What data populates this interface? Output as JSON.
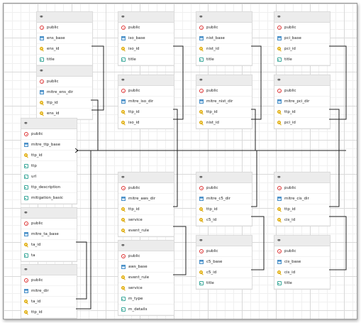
{
  "tables": [
    {
      "id": "ens_base",
      "title_icon": "table-diagram-icon",
      "schema": "public",
      "name": "ens_base",
      "columns": [
        {
          "name": "ens_id",
          "type": "key"
        },
        {
          "name": "title",
          "type": "column"
        }
      ]
    },
    {
      "id": "iso_base",
      "title_icon": "table-diagram-icon",
      "schema": "public",
      "name": "iso_base",
      "columns": [
        {
          "name": "iso_id",
          "type": "key"
        },
        {
          "name": "title",
          "type": "column"
        }
      ]
    },
    {
      "id": "nist_base",
      "title_icon": "table-diagram-icon",
      "schema": "public",
      "name": "nist_base",
      "columns": [
        {
          "name": "nist_id",
          "type": "key"
        },
        {
          "name": "title",
          "type": "column"
        }
      ]
    },
    {
      "id": "pci_base",
      "title_icon": "table-diagram-icon",
      "schema": "public",
      "name": "pci_base",
      "columns": [
        {
          "name": "pci_id",
          "type": "key"
        },
        {
          "name": "title",
          "type": "column"
        }
      ]
    },
    {
      "id": "mitre_ens_dir",
      "title_icon": "table-diagram-icon",
      "schema": "public",
      "name": "mitre_ens_dir",
      "columns": [
        {
          "name": "ttp_id",
          "type": "key"
        },
        {
          "name": "ens_id",
          "type": "key"
        }
      ]
    },
    {
      "id": "mitre_iso_dir",
      "title_icon": "table-diagram-icon",
      "schema": "public",
      "name": "mitre_iso_dir",
      "columns": [
        {
          "name": "ttp_id",
          "type": "key"
        },
        {
          "name": "iso_id",
          "type": "key"
        }
      ]
    },
    {
      "id": "mitre_nist_dir",
      "title_icon": "table-diagram-icon",
      "schema": "public",
      "name": "mitre_nist_dir",
      "columns": [
        {
          "name": "ttp_id",
          "type": "key"
        },
        {
          "name": "nist_id",
          "type": "key"
        }
      ]
    },
    {
      "id": "mitre_pci_dir",
      "title_icon": "table-diagram-icon",
      "schema": "public",
      "name": "mitre_pci_dir",
      "columns": [
        {
          "name": "ttp_id",
          "type": "key"
        },
        {
          "name": "pci_id",
          "type": "key"
        }
      ]
    },
    {
      "id": "mitre_ttp_base",
      "title_icon": "table-diagram-icon",
      "schema": "public",
      "name": "mitre_ttp_base",
      "columns": [
        {
          "name": "ttp_id",
          "type": "key"
        },
        {
          "name": "ttp",
          "type": "column"
        },
        {
          "name": "url",
          "type": "column"
        },
        {
          "name": "ttp_description",
          "type": "column"
        },
        {
          "name": "mitigation_basic",
          "type": "column"
        }
      ]
    },
    {
      "id": "mitre_aws_dir",
      "title_icon": "table-diagram-icon",
      "schema": "public",
      "name": "mitre_aws_dir",
      "columns": [
        {
          "name": "ttp_id",
          "type": "key"
        },
        {
          "name": "service",
          "type": "key"
        },
        {
          "name": "event_rule",
          "type": "key"
        }
      ]
    },
    {
      "id": "mitre_c5_dir",
      "title_icon": "table-diagram-icon",
      "schema": "public",
      "name": "mitre_c5_dir",
      "columns": [
        {
          "name": "ttp_id",
          "type": "key"
        },
        {
          "name": "c5_id",
          "type": "key"
        }
      ]
    },
    {
      "id": "mitre_cis_dir",
      "title_icon": "table-diagram-icon",
      "schema": "public",
      "name": "mitre_cis_dir",
      "columns": [
        {
          "name": "ttp_id",
          "type": "key"
        },
        {
          "name": "cis_id",
          "type": "key"
        }
      ]
    },
    {
      "id": "mitre_ta_base",
      "title_icon": "table-diagram-icon",
      "schema": "public",
      "name": "mitre_ta_base",
      "columns": [
        {
          "name": "ta_id",
          "type": "key"
        },
        {
          "name": "ta",
          "type": "column"
        }
      ]
    },
    {
      "id": "c5_base",
      "title_icon": "table-diagram-icon",
      "schema": "public",
      "name": "c5_base",
      "columns": [
        {
          "name": "c5_id",
          "type": "key"
        },
        {
          "name": "title",
          "type": "column"
        }
      ]
    },
    {
      "id": "cis_base",
      "title_icon": "table-diagram-icon",
      "schema": "public",
      "name": "cis_base",
      "columns": [
        {
          "name": "cis_id",
          "type": "key"
        },
        {
          "name": "title",
          "type": "column"
        }
      ]
    },
    {
      "id": "aws_base",
      "title_icon": "table-diagram-icon",
      "schema": "public",
      "name": "aws_base",
      "columns": [
        {
          "name": "event_rule",
          "type": "key"
        },
        {
          "name": "service",
          "type": "key"
        },
        {
          "name": "m_type",
          "type": "column"
        },
        {
          "name": "m_details",
          "type": "column"
        }
      ]
    },
    {
      "id": "mitre_dir",
      "title_icon": "table-diagram-icon",
      "schema": "public",
      "name": "mitre_dir",
      "columns": [
        {
          "name": "ta_id",
          "type": "key"
        },
        {
          "name": "ttp_id",
          "type": "key"
        }
      ]
    }
  ]
}
